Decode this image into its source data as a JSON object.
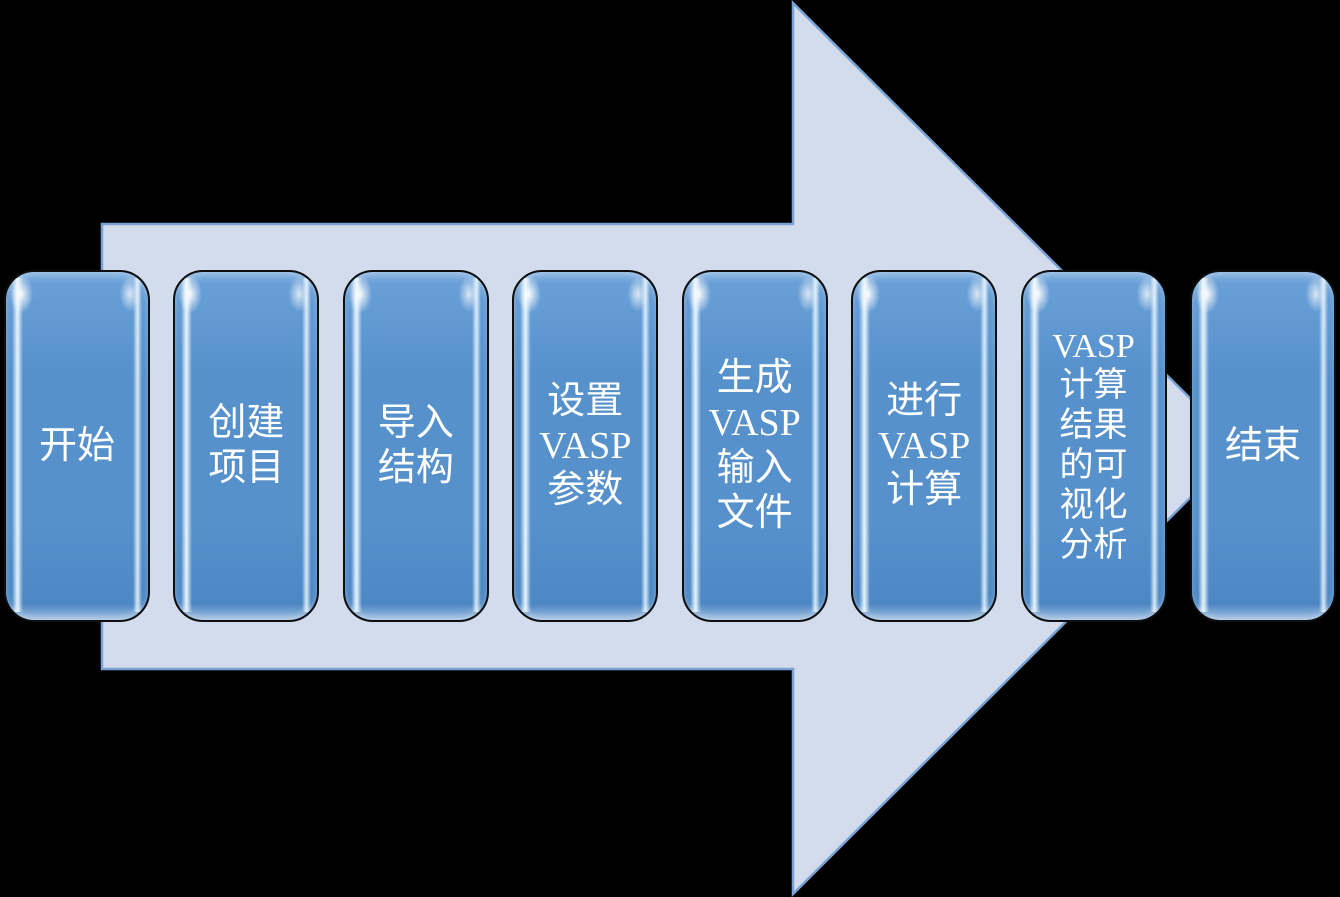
{
  "diagram": {
    "description": "VASP workflow process arrow diagram",
    "background_color": "#000000",
    "arrow": {
      "shape": "right-arrow",
      "fill": "#d3dcec",
      "stroke": "#79a1d3"
    },
    "box": {
      "fill": "#5691cc",
      "border_color": "#0d0e10",
      "text_color": "#ffffff"
    },
    "steps": [
      {
        "label": "开始"
      },
      {
        "label": "创建\n项目"
      },
      {
        "label": "导入\n结构"
      },
      {
        "label": "设置\nVASP\n参数"
      },
      {
        "label": "生成\nVASP\n输入\n文件"
      },
      {
        "label": "进行\nVASP\n计算"
      },
      {
        "label": "VASP\n计算\n结果\n的可\n视化\n分析",
        "small": true
      },
      {
        "label": "结束"
      }
    ]
  }
}
